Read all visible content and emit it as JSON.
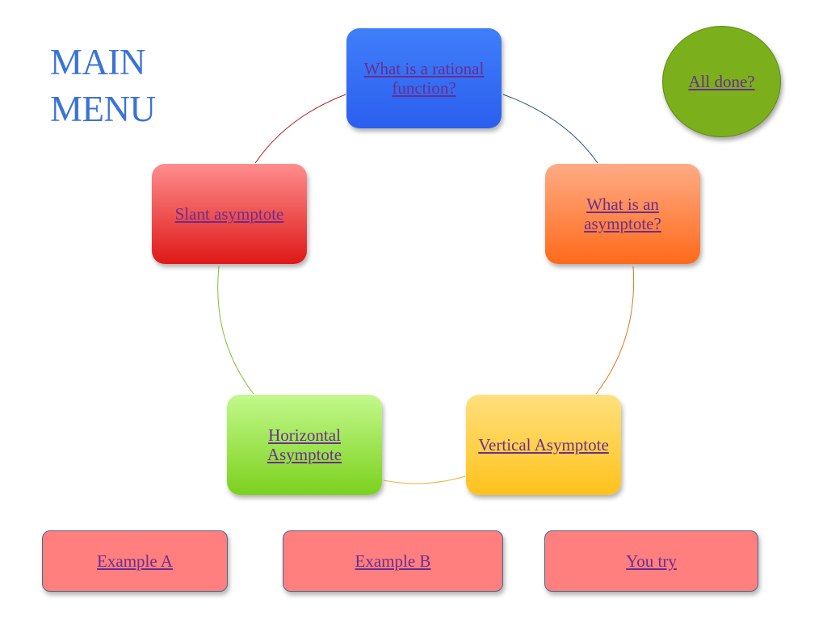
{
  "title": {
    "line1": "MAIN",
    "line2": "MENU"
  },
  "nodes": {
    "rational": "What is a rational function?",
    "asymptote": "What is an asymptote?",
    "vertical": "Vertical Asymptote",
    "horizontal": "Horizontal Asymptote",
    "slant": "Slant asymptote"
  },
  "all_done": "All done?",
  "buttons": {
    "example_a": "Example A",
    "example_b": "Example B",
    "you_try": "You try"
  },
  "colors": {
    "title": "#3a73d6",
    "link": "#6b2d8f",
    "rational": "#2b5fef",
    "asymptote": "#ff6a1a",
    "vertical": "#ffc21c",
    "horizontal": "#7bd11c",
    "slant": "#df1818",
    "all_done": "#7bb01c",
    "buttons": "#ff7f7f"
  }
}
